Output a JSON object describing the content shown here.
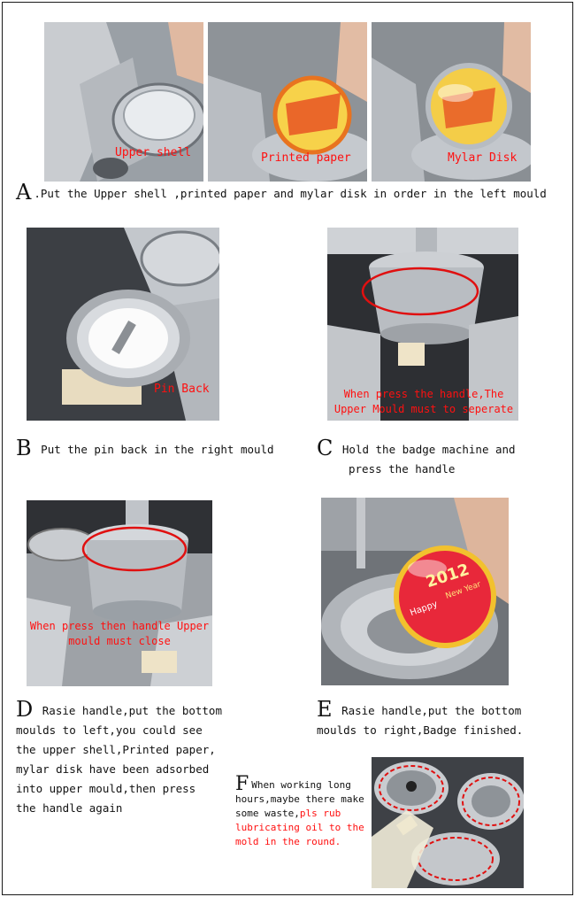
{
  "captions": {
    "upper_shell": "Upper shell",
    "printed_paper": "Printed paper",
    "mylar_disk": "Mylar Disk",
    "pin_back": "Pin Back",
    "c_caption": "When press the handle,The Upper Mould must to seperate",
    "d_caption": "When press then handle Upper mould must close"
  },
  "steps": {
    "a": {
      "letter": "A",
      "text": ".Put the Upper shell ,printed paper and mylar disk in order in the left mould"
    },
    "b": {
      "letter": "B",
      "text": "Put the pin back in the right mould"
    },
    "c": {
      "letter": "C",
      "text_line1": "Hold the badge machine and",
      "text_line2": "press the handle"
    },
    "d": {
      "letter": "D",
      "text_line1": "Rasie handle,put the bottom",
      "text_line2": "moulds to left,you could see",
      "text_line3": "the upper shell,Printed paper,",
      "text_line4": "mylar disk have been adsorbed",
      "text_line5": "into upper mould,then press",
      "text_line6": "the handle again"
    },
    "e": {
      "letter": "E",
      "text_line1": "Rasie handle,put the bottom",
      "text_line2": "moulds to right,Badge finished."
    },
    "f": {
      "letter": "F",
      "text_line1": "When working long",
      "text_line2": "hours,maybe there make",
      "text_line3_black": "some waste,",
      "text_line3_red": "pls rub",
      "text_line4": "lubricating oil to the",
      "text_line5": "mold in the round."
    }
  },
  "badge_text": {
    "year": "2012",
    "happy": "Happy",
    "new_year": "New Year"
  },
  "colors": {
    "caption_red": "#ff1010",
    "text": "#111111"
  }
}
